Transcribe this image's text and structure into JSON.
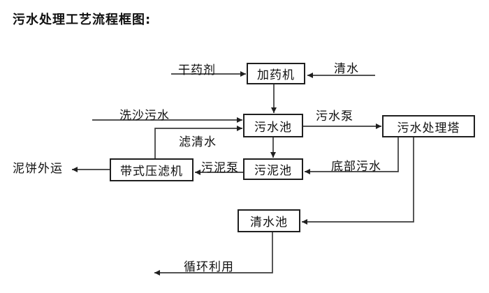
{
  "title": "污水处理工艺流程框图:",
  "nodes": {
    "dosing_machine": {
      "label": "加药机"
    },
    "sewage_pool": {
      "label": "污水池"
    },
    "treatment_tower": {
      "label": "污水处理塔"
    },
    "sludge_pool": {
      "label": "污泥池"
    },
    "belt_filter_press": {
      "label": "带式压滤机"
    },
    "clean_water_pool": {
      "label": "清水池"
    }
  },
  "edge_labels": {
    "dry_agent": "干药剂",
    "clean_water_in": "清水",
    "sand_washing_sewage": "洗沙污水",
    "sewage_pump": "污水泵",
    "filtered_water": "滤清水",
    "sludge_pump": "污泥泵",
    "bottom_sewage": "底部污水",
    "mud_cake_outbound": "泥饼外运",
    "recycling": "循环利用"
  },
  "edges": [
    {
      "from": null,
      "to": "dosing_machine",
      "label_key": "dry_agent"
    },
    {
      "from": null,
      "to": "dosing_machine",
      "label_key": "clean_water_in"
    },
    {
      "from": "dosing_machine",
      "to": "sewage_pool",
      "label_key": null
    },
    {
      "from": null,
      "to": "sewage_pool",
      "label_key": "sand_washing_sewage"
    },
    {
      "from": "belt_filter_press",
      "to": "sewage_pool",
      "label_key": "filtered_water"
    },
    {
      "from": "sewage_pool",
      "to": "treatment_tower",
      "label_key": "sewage_pump"
    },
    {
      "from": "sewage_pool",
      "to": "sludge_pool",
      "label_key": null
    },
    {
      "from": "treatment_tower",
      "to": "sludge_pool",
      "label_key": "bottom_sewage"
    },
    {
      "from": "sludge_pool",
      "to": "belt_filter_press",
      "label_key": "sludge_pump"
    },
    {
      "from": "belt_filter_press",
      "to": null,
      "label_key": "mud_cake_outbound"
    },
    {
      "from": "treatment_tower",
      "to": "clean_water_pool",
      "label_key": null
    },
    {
      "from": "clean_water_pool",
      "to": null,
      "label_key": "recycling"
    }
  ],
  "colors": {
    "line": "#3a3a3a",
    "arrow": "#1f1f1f",
    "box_border": "#1f1f1f",
    "background": "#ffffff",
    "text": "#000000"
  }
}
